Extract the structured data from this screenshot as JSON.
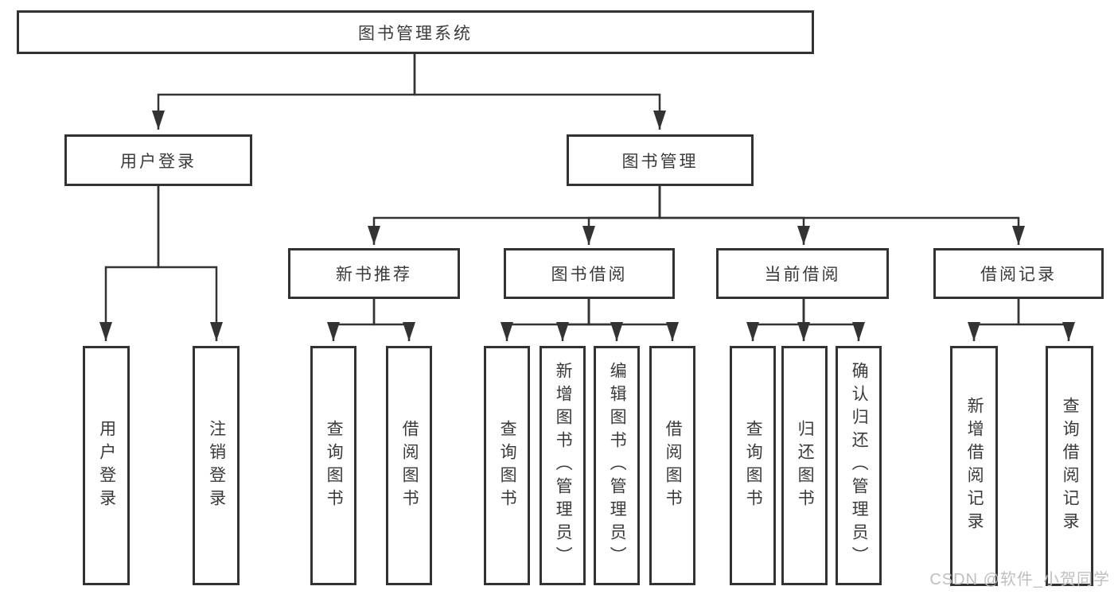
{
  "tree": {
    "root": "图书管理系统",
    "children": [
      {
        "label": "用户登录",
        "children": [
          "用户登录",
          "注销登录"
        ]
      },
      {
        "label": "图书管理",
        "children": [
          {
            "label": "新书推荐",
            "children": [
              "查询图书",
              "借阅图书"
            ]
          },
          {
            "label": "图书借阅",
            "children": [
              "查询图书",
              "新增图书（管理员）",
              "编辑图书（管理员）",
              "借阅图书"
            ]
          },
          {
            "label": "当前借阅",
            "children": [
              "查询图书",
              "归还图书",
              "确认归还（管理员）"
            ]
          },
          {
            "label": "借阅记录",
            "children": [
              "新增借阅记录",
              "查询借阅记录"
            ]
          }
        ]
      }
    ]
  },
  "watermark": "CSDN @软件_小贺同学",
  "colors": {
    "line": "#333333",
    "box_border": "#333333",
    "text": "#3a3a3a",
    "watermark": "#bfbfbf",
    "background": "#ffffff"
  }
}
